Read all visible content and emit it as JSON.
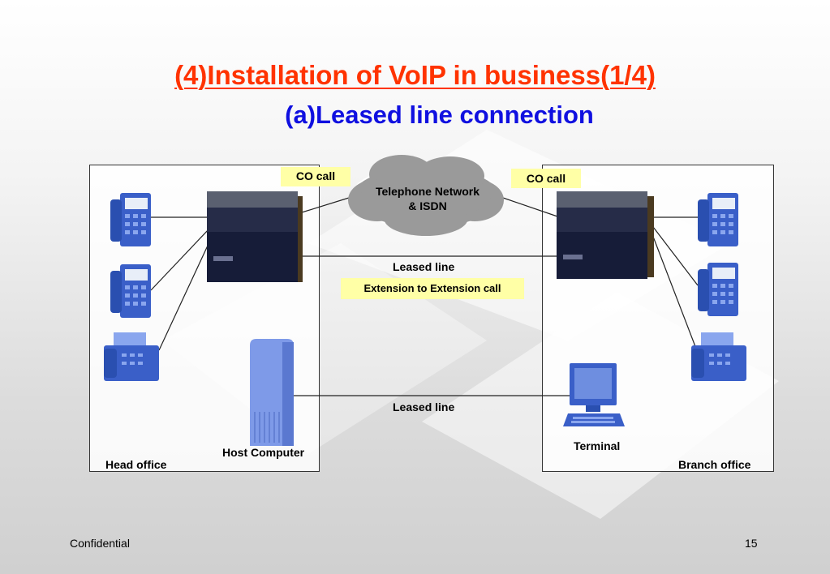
{
  "slide": {
    "title": "(4)Installation of VoIP in business(1/4)",
    "subtitle": "(a)Leased line connection"
  },
  "diagram": {
    "network_cloud": {
      "line1": "Telephone Network",
      "line2": "& ISDN"
    },
    "co_call_left": "CO call",
    "co_call_right": "CO call",
    "leased_line_top": "Leased line",
    "extension_call": "Extension to Extension call",
    "leased_line_bottom": "Leased line",
    "host_computer": "Host Computer",
    "terminal": "Terminal",
    "head_office": "Head office",
    "branch_office": "Branch office"
  },
  "footer": {
    "confidential": "Confidential",
    "page_number": "15"
  },
  "colors": {
    "title": "#ff3300",
    "subtitle": "#1010e0",
    "tag_bg": "#ffffa6",
    "cloud": "#9a9a9a",
    "device_blue": "#3a5fc8",
    "pbx": "#1a2040"
  }
}
